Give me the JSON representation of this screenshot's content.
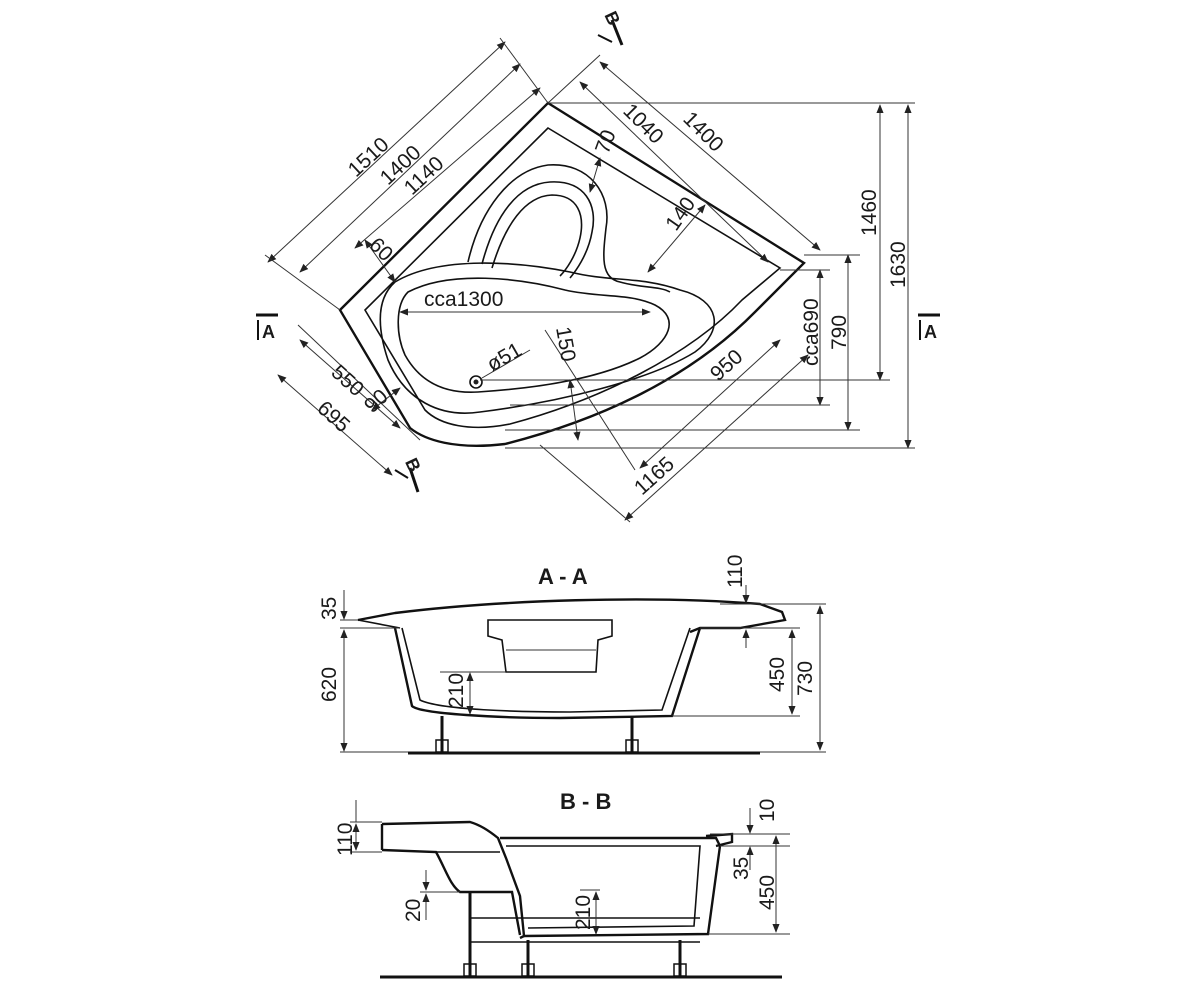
{
  "plan": {
    "dims": {
      "d1510": "1510",
      "d1400a": "1400",
      "d1140": "1140",
      "d1040": "1040",
      "d1400b": "1400",
      "d70": "70",
      "d140": "140",
      "d60": "60",
      "d1460": "1460",
      "d1630": "1630",
      "cca1300": "cca1300",
      "cca690": "cca690",
      "d790": "790",
      "d150": "150",
      "phi51": "ø51",
      "d550": "550",
      "d695": "695",
      "d90": "90",
      "d950": "950",
      "d1165": "1165"
    },
    "markers": {
      "a_left": "A",
      "a_right": "A",
      "b_top": "B",
      "b_bottom": "B"
    }
  },
  "section_aa": {
    "title": "A - A",
    "dims": {
      "d35": "35",
      "d620": "620",
      "d210": "210",
      "d110": "110",
      "d450": "450",
      "d730": "730"
    }
  },
  "section_bb": {
    "title": "B - B",
    "dims": {
      "d110": "110",
      "d20": "20",
      "d210": "210",
      "d10": "10",
      "d35": "35",
      "d450": "450"
    }
  }
}
